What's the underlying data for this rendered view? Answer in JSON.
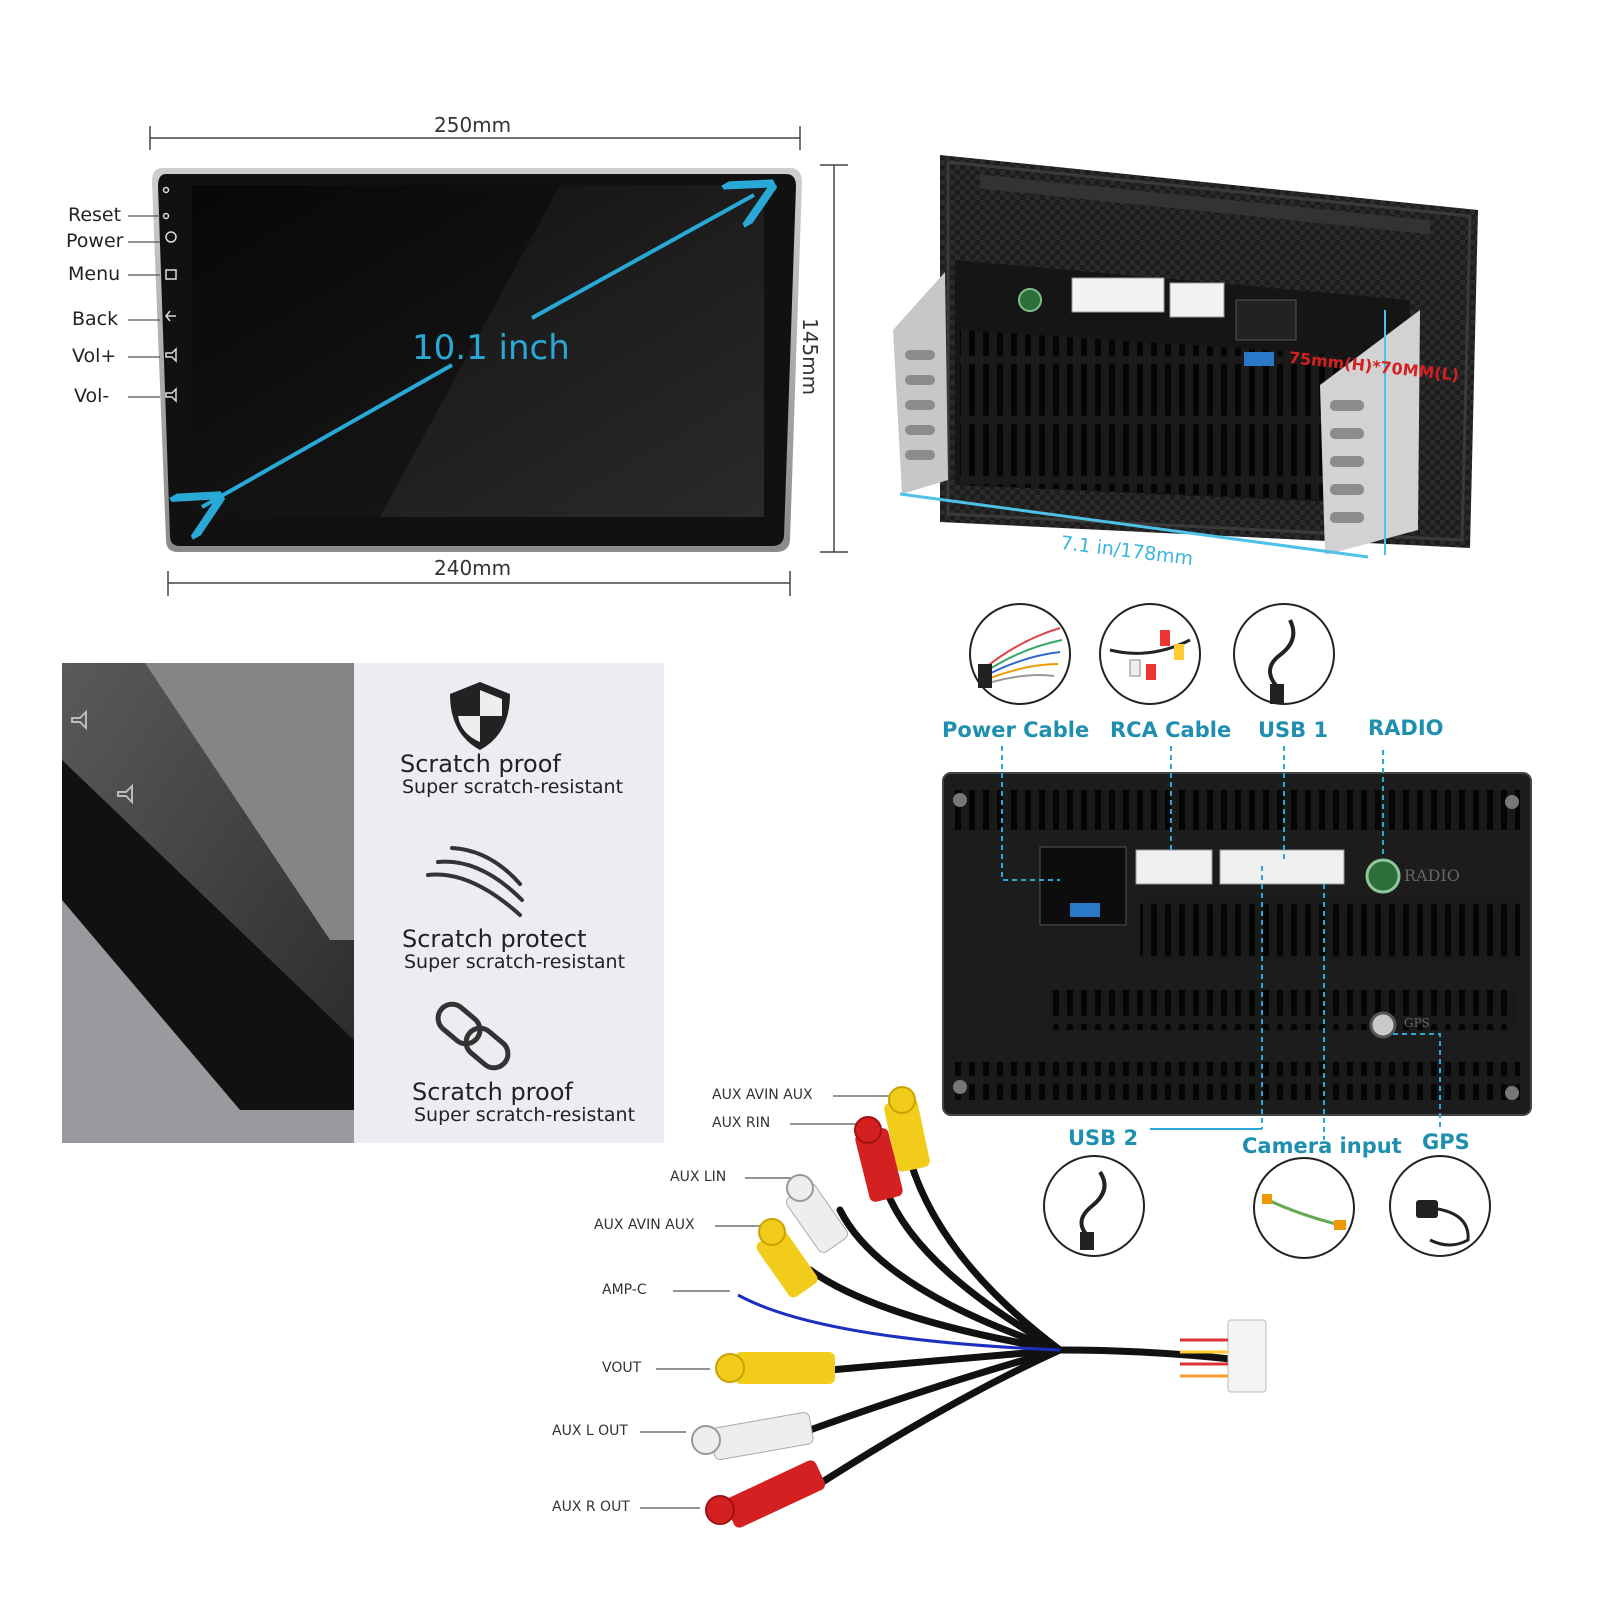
{
  "front_view": {
    "width_top": "250mm",
    "width_bottom": "240mm",
    "height": "145mm",
    "diagonal": "10.1 inch",
    "buttons": [
      {
        "label": "Reset"
      },
      {
        "label": "Power"
      },
      {
        "label": "Menu"
      },
      {
        "label": "Back"
      },
      {
        "label": "Vol+"
      },
      {
        "label": "Vol-"
      }
    ]
  },
  "back_view": {
    "depth": "7.1 in/178mm",
    "cutout": "75mm(H)*70MM(L)"
  },
  "features": [
    {
      "title": "Scratch proof",
      "subtitle": "Super scratch-resistant",
      "icon": "shield-icon"
    },
    {
      "title": "Scratch protect",
      "subtitle": "Super scratch-resistant",
      "icon": "claw-scratch-icon"
    },
    {
      "title": "Scratch proof",
      "subtitle": "Super scratch-resistant",
      "icon": "chain-link-icon"
    }
  ],
  "ports": {
    "top": [
      "Power Cable",
      "RCA Cable",
      "USB 1",
      "RADIO"
    ],
    "bottom": [
      "USB 2",
      "Camera input",
      "GPS"
    ],
    "panel_radio": "RADIO",
    "panel_gps": "GPS"
  },
  "rca_cable": [
    "AUX AVIN AUX",
    "AUX RIN",
    "AUX LIN",
    "AUX AVIN AUX",
    "AMP-C",
    "VOUT",
    "AUX L OUT",
    "AUX R OUT"
  ],
  "colors": {
    "accent": "#1f8fb0",
    "cutout_red": "#d42020",
    "rca_yellow": "#f2cc1a",
    "rca_red": "#d42020",
    "rca_white": "#eeeeee",
    "amp_blue": "#1c2fc0"
  }
}
